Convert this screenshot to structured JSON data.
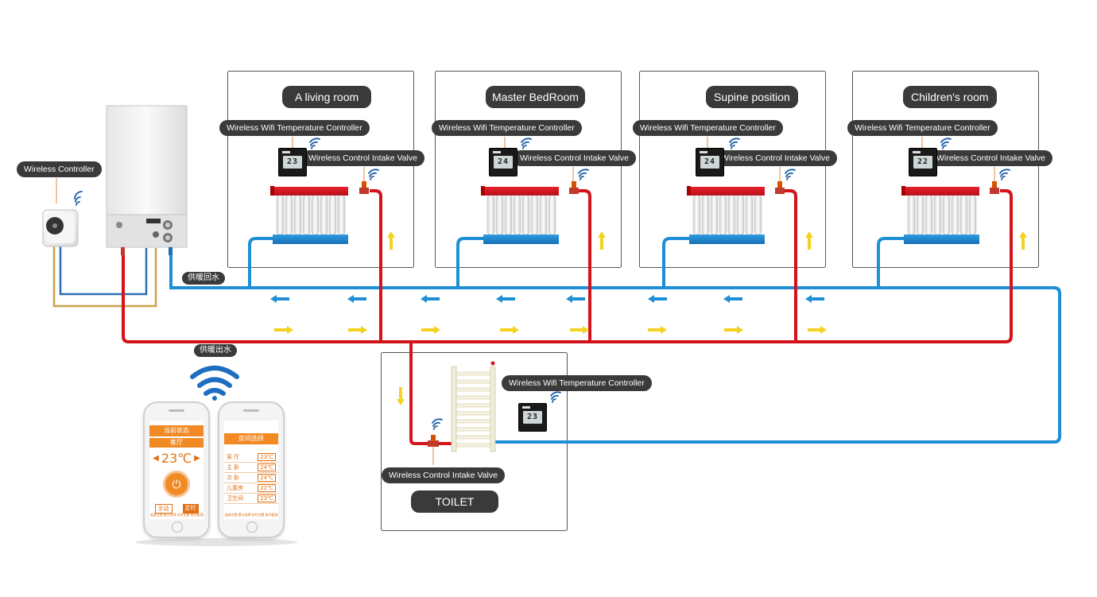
{
  "rooms": [
    {
      "title": "A living room",
      "thermostat_label": "Wireless Wifi Temperature Controller",
      "valve_label": "Wireless Control Intake Valve",
      "temp": "23"
    },
    {
      "title": "Master BedRoom",
      "thermostat_label": "Wireless Wifi Temperature Controller",
      "valve_label": "Wireless Control Intake Valve",
      "temp": "24"
    },
    {
      "title": "Supine position",
      "thermostat_label": "Wireless Wifi Temperature Controller",
      "valve_label": "Wireless Control Intake Valve",
      "temp": "24"
    },
    {
      "title": "Children's room",
      "thermostat_label": "Wireless Wifi Temperature Controller",
      "valve_label": "Wireless Control Intake Valve",
      "temp": "22"
    }
  ],
  "toilet": {
    "title": "TOILET",
    "thermostat_label": "Wireless Wifi Temperature Controller",
    "valve_label": "Wireless Control Intake Valve",
    "temp": "23"
  },
  "controller": {
    "label": "Wireless Controller"
  },
  "pipes": {
    "return_label": "供暖回水",
    "supply_label": "供暖出水"
  },
  "colors": {
    "supply": "#d3141b",
    "return": "#1e8fd5",
    "arrow_supply": "#f4d21f",
    "arrow_return": "#1e8fd5",
    "label_bg": "#3a3a3a"
  },
  "app": {
    "phone1": {
      "status_title": "当前状态",
      "room": "客厅",
      "temperature": "23℃",
      "mode_manual": "手动",
      "mode_timer": "定时",
      "footer": [
        "温度设置",
        "模式选择",
        "定时设置",
        "房间管理"
      ]
    },
    "phone2": {
      "title": "房间选择",
      "rooms": [
        {
          "name": "客  厅",
          "temp": "23℃"
        },
        {
          "name": "主  卧",
          "temp": "24℃"
        },
        {
          "name": "次  卧",
          "temp": "24℃"
        },
        {
          "name": "儿童房",
          "temp": "22℃"
        },
        {
          "name": "卫生间",
          "temp": "23℃"
        }
      ],
      "footer": [
        "温度设置",
        "模式选择",
        "定时设置",
        "房间管理"
      ]
    }
  }
}
